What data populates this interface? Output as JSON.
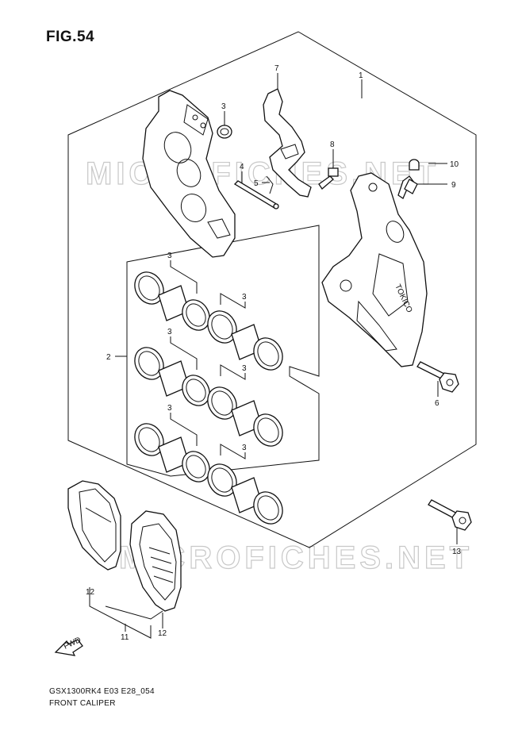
{
  "figure": {
    "title": "FIG.54"
  },
  "footer": {
    "model_code": "GSX1300RK4 E03 E28_054",
    "section_name": "FRONT CALIPER"
  },
  "watermark": {
    "text": "MICROFICHES.NET"
  },
  "fwd_arrow": {
    "label": "FWD"
  },
  "callouts": [
    {
      "id": "c1",
      "label": "1"
    },
    {
      "id": "c2",
      "label": "2"
    },
    {
      "id": "c3a",
      "label": "3"
    },
    {
      "id": "c3b",
      "label": "3"
    },
    {
      "id": "c3c",
      "label": "3"
    },
    {
      "id": "c3d",
      "label": "3"
    },
    {
      "id": "c3e",
      "label": "3"
    },
    {
      "id": "c3f",
      "label": "3"
    },
    {
      "id": "c3g",
      "label": "3"
    },
    {
      "id": "c4",
      "label": "4"
    },
    {
      "id": "c5",
      "label": "5"
    },
    {
      "id": "c6",
      "label": "6"
    },
    {
      "id": "c7",
      "label": "7"
    },
    {
      "id": "c8",
      "label": "8"
    },
    {
      "id": "c9",
      "label": "9"
    },
    {
      "id": "c10",
      "label": "10"
    },
    {
      "id": "c11",
      "label": "11"
    },
    {
      "id": "c12a",
      "label": "12"
    },
    {
      "id": "c12b",
      "label": "12"
    },
    {
      "id": "c13",
      "label": "13"
    }
  ]
}
